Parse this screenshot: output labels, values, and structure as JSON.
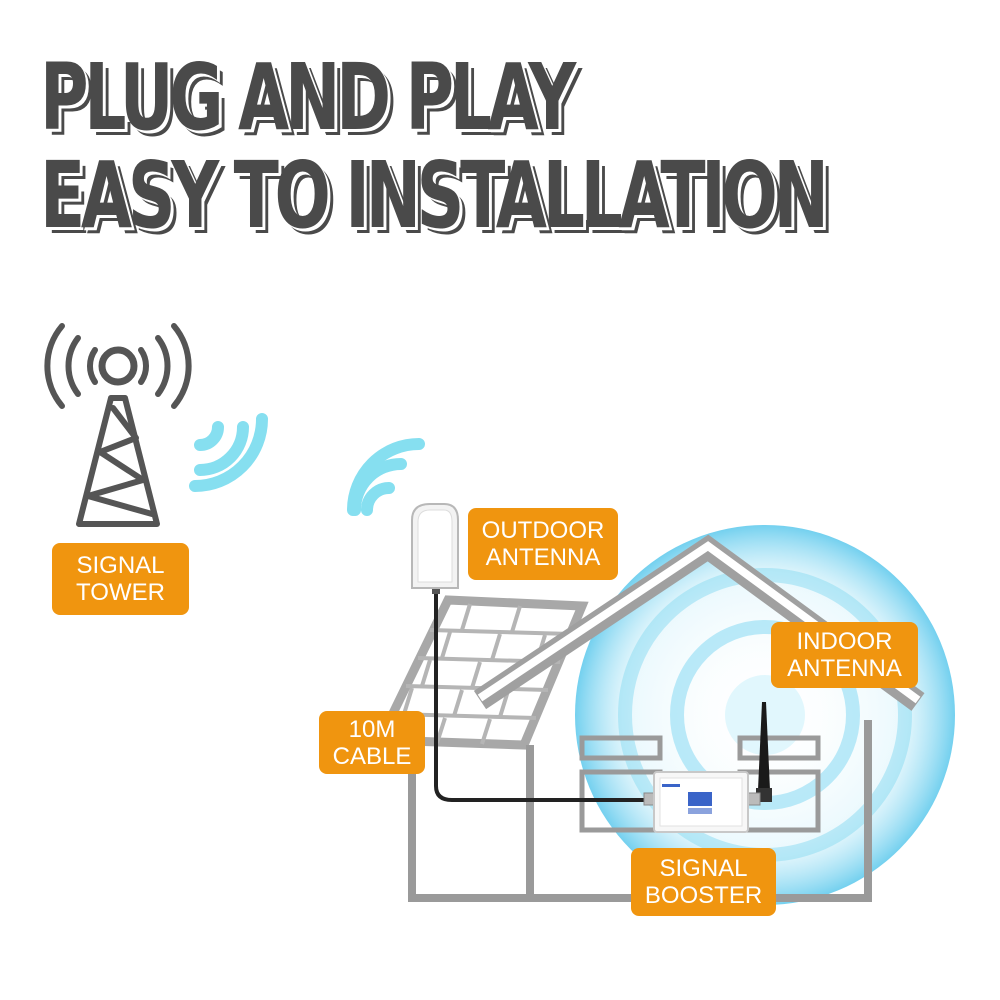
{
  "headline": {
    "line1": "PLUG AND PLAY",
    "line2": "EASY TO INSTALLATION"
  },
  "labels": {
    "signal_tower": [
      "SIGNAL",
      "TOWER"
    ],
    "outdoor_antenna": [
      "OUTDOOR",
      "ANTENNA"
    ],
    "indoor_antenna": [
      "INDOOR",
      "ANTENNA"
    ],
    "cable": [
      "10M",
      "CABLE"
    ],
    "signal_booster": [
      "SIGNAL",
      "BOOSTER"
    ]
  },
  "colors": {
    "label_bg": "#f0950f",
    "signal_wave": "#86dff0",
    "indoor_glow": "#5bc8ec",
    "house_stroke": "#9a9a9a",
    "tower_stroke": "#555555",
    "headline_text": "#4a4a4a"
  },
  "icons": [
    "signal-tower-icon",
    "wifi-wave-icon",
    "outdoor-panel-antenna-icon",
    "house-icon",
    "signal-booster-icon",
    "indoor-whip-antenna-icon"
  ]
}
